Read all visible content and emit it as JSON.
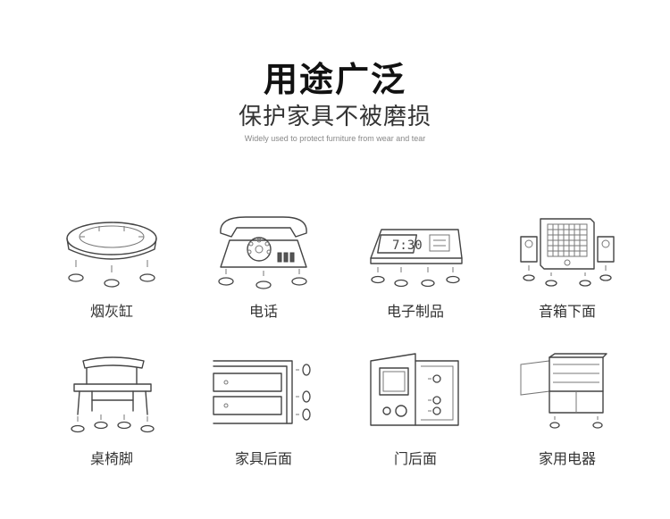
{
  "header": {
    "title": "用途广泛",
    "subtitle": "保护家具不被磨损",
    "caption": "Widely used to protect furniture from wear and tear"
  },
  "items": [
    {
      "label": "烟灰缸",
      "icon": "ashtray-icon"
    },
    {
      "label": "电话",
      "icon": "telephone-icon"
    },
    {
      "label": "电子制品",
      "icon": "digital-clock-icon"
    },
    {
      "label": "音箱下面",
      "icon": "speaker-icon"
    },
    {
      "label": "桌椅脚",
      "icon": "table-chair-icon"
    },
    {
      "label": "家具后面",
      "icon": "cabinet-icon"
    },
    {
      "label": "门后面",
      "icon": "door-icon"
    },
    {
      "label": "家用电器",
      "icon": "appliance-icon"
    }
  ],
  "clock_display": "7:30"
}
